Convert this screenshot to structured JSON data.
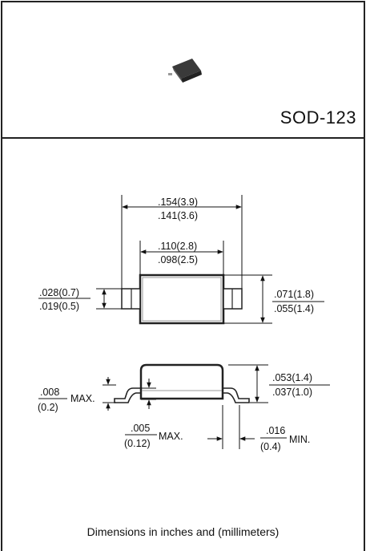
{
  "package": {
    "name": "SOD-123"
  },
  "top_view": {
    "overall_length": {
      "max": ".154(3.9)",
      "min": ".141(3.6)"
    },
    "body_length": {
      "max": ".110(2.8)",
      "min": ".098(2.5)"
    },
    "lead_width": {
      "max": ".028(0.7)",
      "min": ".019(0.5)"
    },
    "body_width": {
      "max": ".071(1.8)",
      "min": ".055(1.4)"
    }
  },
  "side_view": {
    "standoff": {
      "inch": ".008",
      "mm": "(0.2)",
      "suffix": "MAX."
    },
    "lead_thickness": {
      "inch": ".005",
      "mm": "(0.12)",
      "suffix": "MAX."
    },
    "height": {
      "max": ".053(1.4)",
      "min": ".037(1.0)"
    },
    "lead_length": {
      "inch": ".016",
      "mm": "(0.4)",
      "suffix": "MIN."
    }
  },
  "footer": {
    "note": "Dimensions in inches and (millimeters)"
  },
  "colors": {
    "line": "#222222",
    "component": "#333333"
  }
}
